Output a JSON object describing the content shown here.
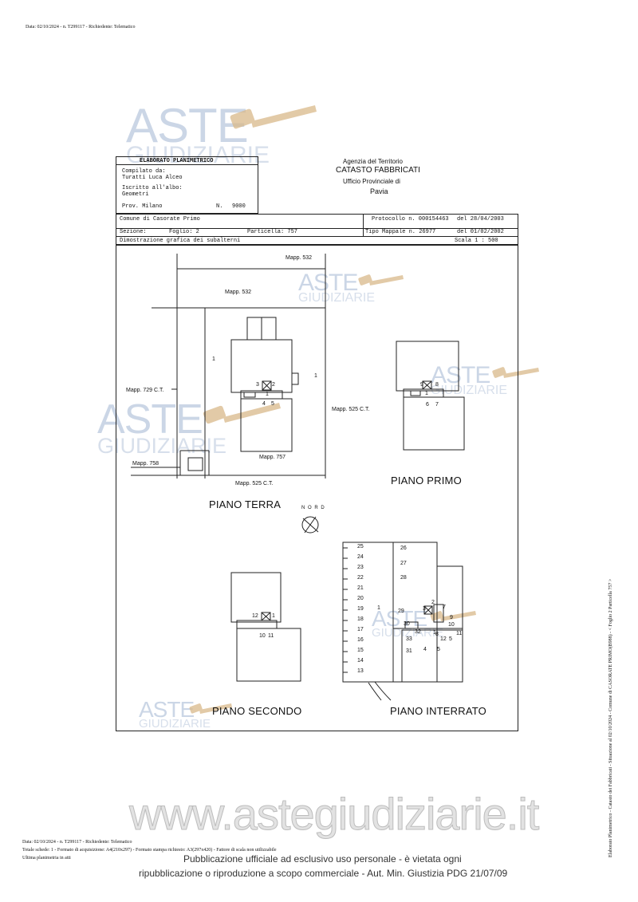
{
  "header_note": "Data: 02/10/2024 - n. T299117 - Richiedente: Telematico",
  "agency": {
    "line1": "Agenzia del Territorio",
    "line2": "CATASTO FABBRICATI",
    "line3": "Ufficio Provinciale di",
    "line4": "Pavia"
  },
  "elaborato": {
    "title": "ELABORATO PLANIMETRICO",
    "compilato_label": "Compilato da:",
    "compilato_value": "Turatti Luca Alceo",
    "iscritto_label": "Iscritto all'albo:",
    "iscritto_value": "Geometri",
    "prov_label": "Prov. Milano",
    "n_label": "N.",
    "n_value": "9000"
  },
  "comune": "Comune di Casorate Primo",
  "sezione_label": "Sezione:",
  "foglio": "Foglio: 2",
  "particella": "Particella: 757",
  "protocollo": "Protocollo n. 000154463",
  "protocollo_del": "del 28/04/2003",
  "tipo_mappale": "Tipo Mappale n. 26977",
  "tipo_del": "del 01/02/2002",
  "dimostrazione": "Dimostrazione grafica dei subalterni",
  "scala": "Scala 1 : 500",
  "map_labels": {
    "mapp532_top": "Mapp. 532",
    "mapp532_mid": "Mapp. 532",
    "mapp729": "Mapp. 729 C.T.",
    "mapp525_right": "Mapp. 525 C.T.",
    "mapp757": "Mapp. 757",
    "mapp758": "Mapp. 758",
    "mapp525_bottom": "Mapp. 525 C.T.",
    "nord": "N O R D"
  },
  "floors": {
    "terra": "PIANO TERRA",
    "primo": "PIANO PRIMO",
    "secondo": "PIANO SECONDO",
    "interrato": "PIANO INTERRATO"
  },
  "sub_numbers": {
    "terra": [
      "1",
      "1",
      "3",
      "2",
      "1",
      "4",
      "5"
    ],
    "primo": [
      "9",
      "8",
      "1",
      "6",
      "7"
    ],
    "secondo": [
      "12",
      "1",
      "10",
      "11"
    ],
    "interrato_left": [
      "25",
      "24",
      "23",
      "22",
      "21",
      "20",
      "19",
      "18",
      "17",
      "16",
      "15",
      "14",
      "13"
    ],
    "interrato_inner": [
      "26",
      "27",
      "28",
      "1",
      "29",
      "30",
      "32",
      "33",
      "31",
      "1",
      "2",
      "3",
      "7",
      "9",
      "10",
      "8",
      "12",
      "5",
      "11",
      "4",
      "5"
    ]
  },
  "watermark": {
    "aste": "ASTE",
    "giudiziarie": "GIUDIZIARIE",
    "site": "www.astegiudiziarie.it"
  },
  "footer": {
    "line1": "Data: 02/10/2024 - n. T299117 - Richiedente: Telematico",
    "line2": "Totale schede: 1 - Formato di acquisizione: A4(210x297) - Formato stampa richiesto: A3(297x420) - Fattore di scala non utilizzabile",
    "line3": "Ultima planimetria in atti",
    "notice1": "Pubblicazione ufficiale ad esclusivo uso personale - è vietata ogni",
    "notice2": "ripubblicazione o riproduzione a scopo commerciale - Aut. Min. Giustizia PDG 21/07/09"
  },
  "side_note": "Elaborato Planimetrico - Catasto dei Fabbricati - Situazione al 02/10/2024 - Comune di CASORATE PRIMO(B988) - < Foglio 2 Particella 757 >"
}
